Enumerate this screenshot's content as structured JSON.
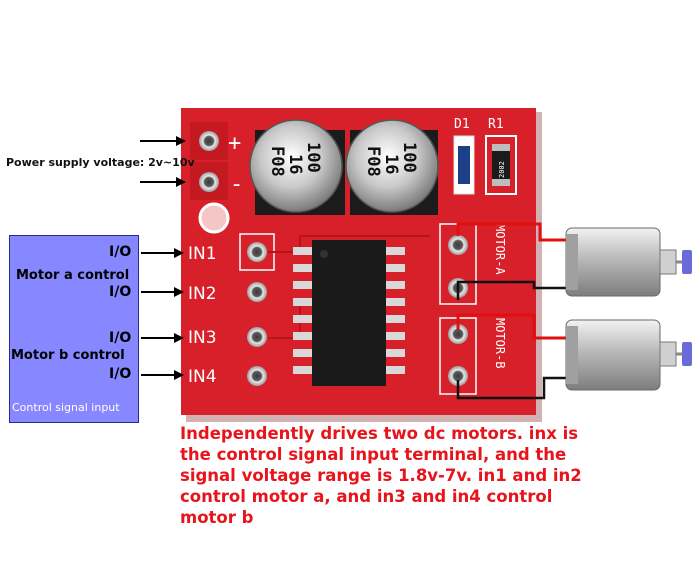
{
  "power_supply": {
    "label": "Power supply voltage: 2v~10v",
    "plus_symbol": "+",
    "minus_symbol": "-"
  },
  "control_box": {
    "io_labels": [
      "I/O",
      "I/O",
      "I/O",
      "I/O"
    ],
    "motor_a_label": "Motor a control",
    "motor_b_label": "Motor b control",
    "caption": "Control signal input"
  },
  "board": {
    "input_pins": [
      "IN1",
      "IN2",
      "IN3",
      "IN4"
    ],
    "motor_a_silk": "MOTOR-A",
    "motor_b_silk": "MOTOR-B",
    "cap_left": [
      "100",
      "16",
      "F08"
    ],
    "cap_right": [
      "100",
      "16",
      "F08"
    ],
    "d1_label": "D1",
    "r1_label": "R1",
    "resistor_code": "2002"
  },
  "description": "Independently drives two dc motors. inx is the control signal input terminal, and the signal voltage range is 1.8v-7v. in1 and in2 control motor a, and in3 and in4 control motor b",
  "colors": {
    "board_red": "#d8202a",
    "control_box": "#8787ff",
    "description_text": "#e8141b",
    "wire_red": "#e01010"
  }
}
